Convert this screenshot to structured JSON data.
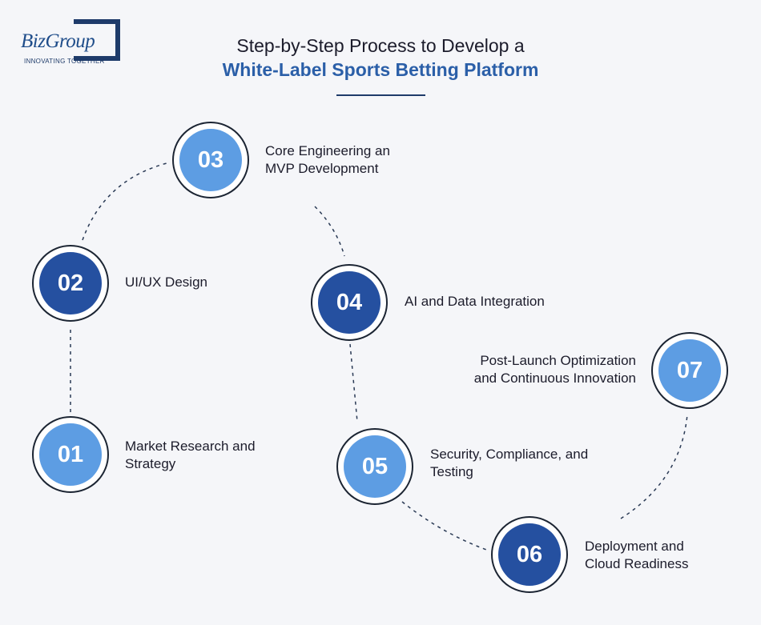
{
  "brand": {
    "name": "BizGroup",
    "tagline": "INNOVATING TOGETHER"
  },
  "header": {
    "title_line1": "Step-by-Step Process to Develop a",
    "title_line2": "White-Label Sports Betting Platform"
  },
  "colors": {
    "background": "#f5f6f9",
    "light_step": "#5d9de3",
    "dark_step": "#2550a0",
    "title_accent": "#2b5fa8"
  },
  "steps": [
    {
      "number": "01",
      "label_line1": "Market Research and",
      "label_line2": "Strategy"
    },
    {
      "number": "02",
      "label_line1": "UI/UX Design",
      "label_line2": ""
    },
    {
      "number": "03",
      "label_line1": "Core Engineering an",
      "label_line2": "MVP Development"
    },
    {
      "number": "04",
      "label_line1": "AI and Data Integration",
      "label_line2": ""
    },
    {
      "number": "05",
      "label_line1": "Security, Compliance, and",
      "label_line2": "Testing"
    },
    {
      "number": "06",
      "label_line1": "Deployment and",
      "label_line2": "Cloud Readiness"
    },
    {
      "number": "07",
      "label_line1": "Post-Launch Optimization",
      "label_line2": "and Continuous Innovation"
    }
  ]
}
